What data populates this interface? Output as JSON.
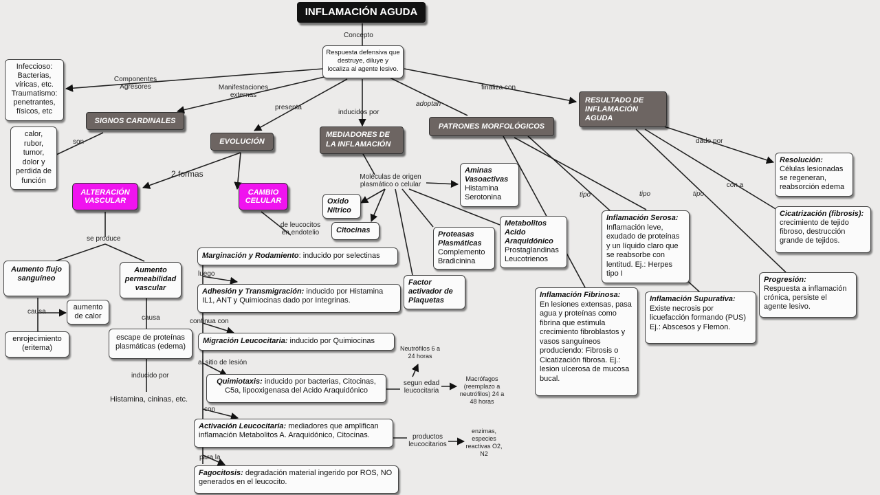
{
  "title": "INFLAMACIÓN AGUDA",
  "concepto": {
    "label": "Concepto",
    "text": "Respuesta defensiva que destruye, diluye y localiza al agente lesivo."
  },
  "agresores": {
    "label": "Componentes Agresores",
    "text": "Infeccioso: Bacterias, víricas, etc. Traumatismo: penetrantes, físicos, etc"
  },
  "signos": {
    "label": "Manifestaciones externas",
    "title": "SIGNOS CARDINALES",
    "son_label": "son",
    "text": "calor, rubor, tumor, dolor y perdida de función"
  },
  "evolucion": {
    "label": "presenta",
    "title": "EVOLUCIÓN",
    "formas_label": "2 formas"
  },
  "alteracion": {
    "title": "ALTERACIÓN VASCULAR",
    "produce_label": "se produce",
    "flujo_title": "Aumento flujo sanguíneo",
    "causa1_label": "causa",
    "calor": "aumento de calor",
    "eritema": "enrojecimiento (eritema)",
    "perme_title": "Aumento permeabilidad vascular",
    "causa2_label": "causa",
    "edema": "escape de proteínas plasmáticas (edema)",
    "inducido_label": "inducido por",
    "histamina": "Histamina, cininas, etc."
  },
  "cambio": {
    "title": "CAMBIO CELULAR",
    "leucocitos_label": "de leucocitos en endotelio",
    "marg_title": "Marginación y Rodamiento",
    "marg_text": ": inducido por selectinas",
    "luego_label": "luego",
    "adh_title": "Adhesión y Transmigración:",
    "adh_text": " inducido por Histamina IL1, ANT y Quimiocinas dado por Integrinas.",
    "continua_label": "continua con",
    "migr_title": "Migración Leucocitaria:",
    "migr_text": " inducido por Quimiocinas",
    "sitio_label": "al sitio de lesión",
    "quim_title": "Quimiotaxis:",
    "quim_text": " inducido por bacterias, Citocinas, C5a, lipooxigenasa del Acido Araquidónico",
    "con_label": "con",
    "act_title": "Activación Leucocitaria:",
    "act_text": " mediadores que amplifican inflamación Metabolitos A. Araquidónico, Citocinas.",
    "para_label": "para la",
    "fago_title": "Fagocitosis:",
    "fago_text": " degradación material ingerido por ROS, NO generados en el leucocito.",
    "edad_label": "segun edad leucocitaria",
    "neutro": "Neutrófilos 6 a 24 horas",
    "macro": "Macrófagos (reemplazo a neutrófilos) 24 a 48 horas",
    "productos_label": "productos leucocitarios",
    "enzimas": "enzimas, especies reactivas O2, N2"
  },
  "mediadores": {
    "label": "inducidos por",
    "title": "MEDIADORES DE LA INFLAMACIÓN",
    "moleculas_label": "Moléculas de origen plasmático o celular",
    "oxido": "Oxido Nítrico",
    "citocinas": "Citocinas",
    "aminas_title": "Aminas Vasoactivas",
    "aminas_text": "Histamina Serotonina",
    "proteasas_title": "Proteasas Plasmáticas",
    "proteasas_text": "Complemento Bradicinina",
    "metab_title": "Metabolitos Acido Araquidónico",
    "metab_text": "Prostaglandinas Leucotrienos",
    "factor_title": "Factor activador de Plaquetas"
  },
  "patrones": {
    "label": "adoptan",
    "title": "PATRONES MORFOLÓGICOS",
    "tipo_label": "tipo",
    "fibrinosa_title": "Inflamación Fibrinosa:",
    "fibrinosa_text": "En lesiones extensas, pasa agua y proteínas como fibrina que estimula crecimiento fibroblastos y vasos sanguíneos produciendo: Fibrosis o Cicatización fibrosa. Ej.: lesion ulcerosa de mucosa bucal.",
    "serosa_title": "Inflamación Serosa:",
    "serosa_text": "Inflamación leve, exudado de proteínas y un líquido claro que se reabsorbe con lentitud. Ej.: Herpes tipo I",
    "supurativa_title": "Inflamación Supurativa:",
    "supurativa_text": "Existe necrosis por licuefacción formando (PUS) Ej.: Abscesos y Flemon."
  },
  "resultado": {
    "label": "finaliza con",
    "title": "RESULTADO DE INFLAMACIÓN AGUDA",
    "dado_label": "dado por",
    "con_a_label": "con a",
    "resolucion_title": "Resolución:",
    "resolucion_text": "Células lesionadas se regeneran, reabsorción edema",
    "cicatrizacion_title": "Cicatrización (fibrosis):",
    "cicatrizacion_text": "crecimiento de tejido fibroso, destrucción grande de tejidos.",
    "progresion_title": "Progresión:",
    "progresion_text": "Respuesta a inflamación crónica, persiste el agente lesivo."
  }
}
